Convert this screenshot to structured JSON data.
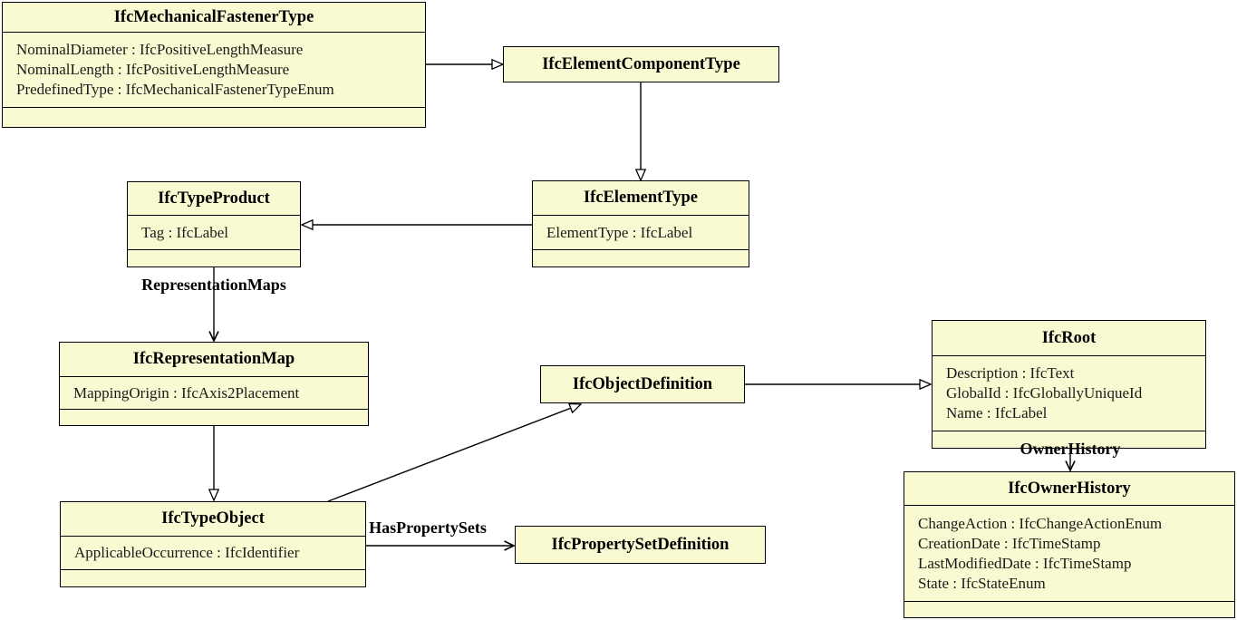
{
  "diagram": {
    "type": "uml-class-diagram",
    "colors": {
      "class_fill": "#FAFAD2",
      "border": "#000000",
      "background": "#FFFFFF"
    },
    "classes": [
      {
        "name": "IfcMechanicalFastenerType",
        "attributes": [
          "NominalDiameter : IfcPositiveLengthMeasure",
          "NominalLength : IfcPositiveLengthMeasure",
          "PredefinedType : IfcMechanicalFastenerTypeEnum"
        ]
      },
      {
        "name": "IfcElementComponentType",
        "attributes": []
      },
      {
        "name": "IfcElementType",
        "attributes": [
          "ElementType : IfcLabel"
        ]
      },
      {
        "name": "IfcTypeProduct",
        "attributes": [
          "Tag : IfcLabel"
        ]
      },
      {
        "name": "IfcRepresentationMap",
        "attributes": [
          "MappingOrigin : IfcAxis2Placement"
        ]
      },
      {
        "name": "IfcObjectDefinition",
        "attributes": []
      },
      {
        "name": "IfcRoot",
        "attributes": [
          "Description : IfcText",
          "GlobalId : IfcGloballyUniqueId",
          "Name : IfcLabel"
        ]
      },
      {
        "name": "IfcTypeObject",
        "attributes": [
          "ApplicableOccurrence : IfcIdentifier"
        ]
      },
      {
        "name": "IfcPropertySetDefinition",
        "attributes": []
      },
      {
        "name": "IfcOwnerHistory",
        "attributes": [
          "ChangeAction : IfcChangeActionEnum",
          "CreationDate : IfcTimeStamp",
          "LastModifiedDate : IfcTimeStamp",
          "State : IfcStateEnum"
        ]
      }
    ],
    "edge_labels": {
      "representation_maps": "RepresentationMaps",
      "has_property_sets": "HasPropertySets",
      "owner_history": "OwnerHistory"
    }
  }
}
